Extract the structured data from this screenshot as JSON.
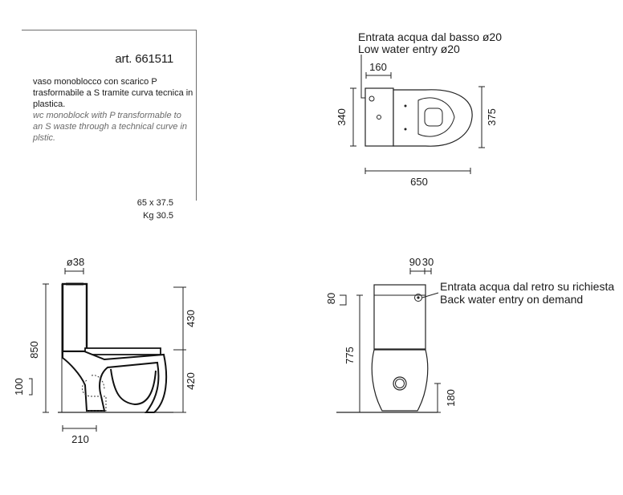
{
  "info": {
    "article": "art. 661511",
    "description_it": "vaso monoblocco con scarico P trasformabile a S tramite curva tecnica in plastica.",
    "description_en": "wc monoblock with P transformable to an S waste through a technical curve in plstic.",
    "size": "65 x 37.5",
    "weight": "Kg 30.5"
  },
  "top_view": {
    "note_it": "Entrata acqua dal basso ø20",
    "note_en": "Low water entry ø20",
    "dim_inlet": "160",
    "dim_depth": "340",
    "dim_width": "375",
    "dim_length": "650"
  },
  "side_view": {
    "dim_flush": "ø38",
    "dim_total_height": "850",
    "dim_cistern": "430",
    "dim_seat": "420",
    "dim_outlet_height": "100",
    "dim_outlet_dist": "210"
  },
  "back_view": {
    "dim_top_a": "90",
    "dim_top_b": "30",
    "note_it": "Entrata acqua dal retro su richiesta",
    "note_en": "Back water entry on demand",
    "dim_inlet_height": "80",
    "dim_body_height": "775",
    "dim_outlet_height": "180"
  }
}
